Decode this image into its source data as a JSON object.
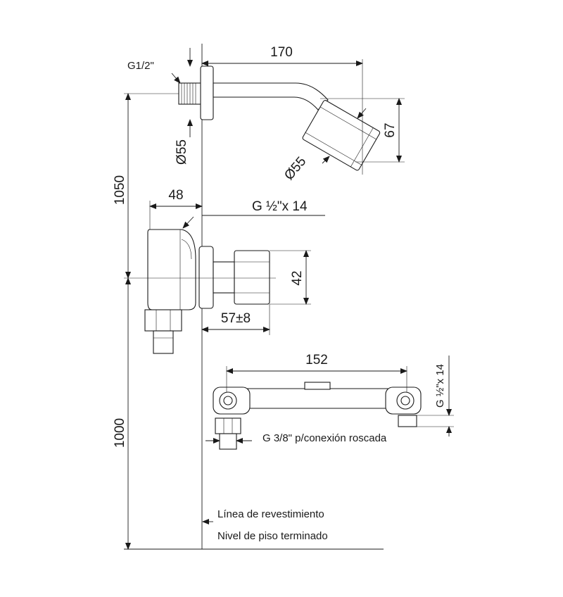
{
  "dimensions": {
    "arm_length": "170",
    "head_height": "67",
    "thread_arm": "G1/2\"",
    "flange_diameter": "Ø55",
    "head_diameter": "Ø55",
    "shower_height": "1050",
    "valve_depth": "48",
    "valve_thread": "G ½\"x 14",
    "nut_height": "42",
    "handle_projection": "57±8",
    "crossbar_span": "152",
    "side_thread": "G ½\"x 14",
    "inlet_thread": "G 3/8\" p/conexión roscada",
    "valve_height": "1000"
  },
  "notes": {
    "wall_line": "Línea de revestimiento",
    "floor_line": "Nivel de piso terminado"
  }
}
